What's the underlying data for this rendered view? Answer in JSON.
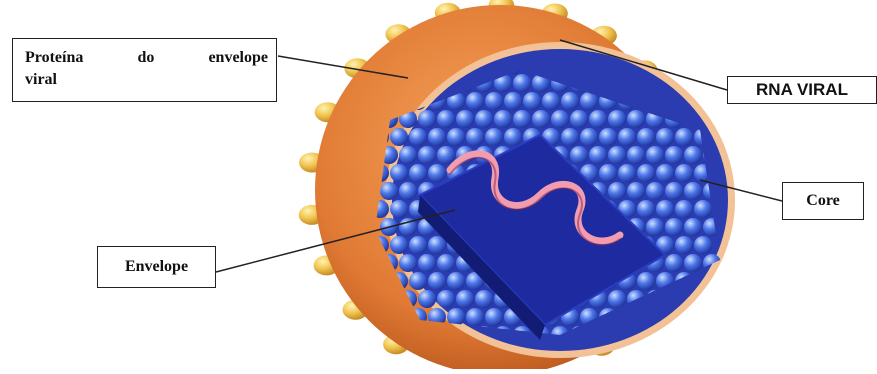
{
  "labels": {
    "protein_line1_words": [
      "Proteína",
      "do",
      "envelope"
    ],
    "protein_line2": "viral",
    "rna": "RNA VIRAL",
    "core": "Core",
    "envelope": "Envelope"
  },
  "colors": {
    "envelope_shell": "#e2803a",
    "envelope_rim": "#f3b67a",
    "spikes": "#e8b445",
    "core_spheres": "#3d5fd6",
    "core_dark": "#1a2680",
    "rna_strand": "#f2a0b2",
    "leader_lines": "#222222"
  }
}
